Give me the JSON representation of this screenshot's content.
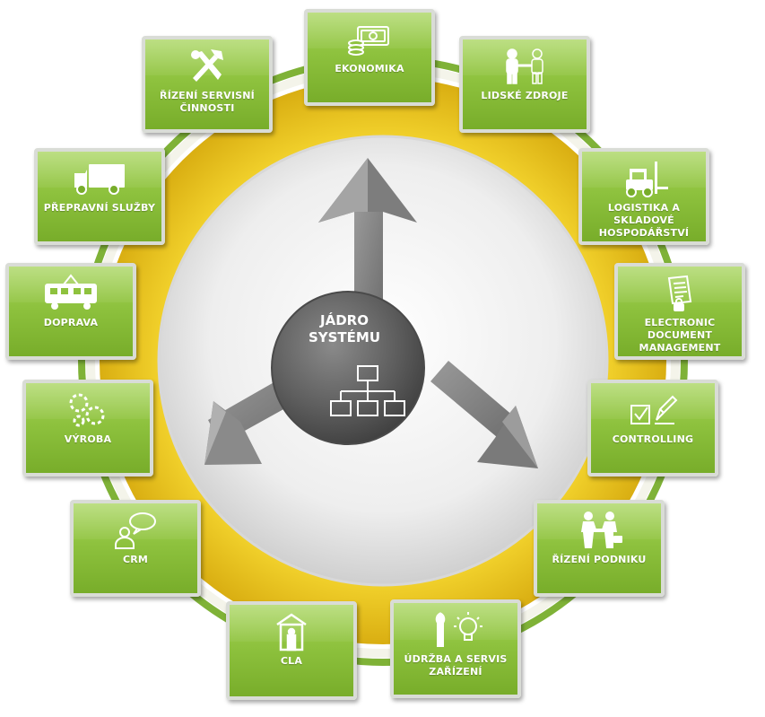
{
  "core": {
    "line1": "JÁDRO",
    "line2": "SYSTÉMU",
    "icon": "org-chart-icon"
  },
  "modules": [
    {
      "id": "ekonomika",
      "line1": "EKONOMIKA",
      "line2": "",
      "icon": "money-icon"
    },
    {
      "id": "lidske-zdroje",
      "line1": "LIDSKÉ ZDROJE",
      "line2": "",
      "icon": "handshake-people-icon"
    },
    {
      "id": "logistika",
      "line1": "LOGISTIKA A SKLADOVÉ",
      "line2": "HOSPODÁŘSTVÍ",
      "icon": "forklift-icon"
    },
    {
      "id": "edm",
      "line1": "ELECTRONIC DOCUMENT",
      "line2": "MANAGEMENT",
      "icon": "document-icon"
    },
    {
      "id": "controlling",
      "line1": "CONTROLLING",
      "line2": "",
      "icon": "checkbox-pen-icon"
    },
    {
      "id": "rizeni-podniku",
      "line1": "ŘÍZENÍ PODNIKU",
      "line2": "",
      "icon": "business-handshake-icon"
    },
    {
      "id": "udrzba",
      "line1": "ÚDRŽBA A SERVIS",
      "line2": "ZAŘÍZENÍ",
      "icon": "wrench-bulb-icon"
    },
    {
      "id": "cla",
      "line1": "CLA",
      "line2": "",
      "icon": "customs-booth-icon"
    },
    {
      "id": "crm",
      "line1": "CRM",
      "line2": "",
      "icon": "chat-person-icon"
    },
    {
      "id": "vyroba",
      "line1": "VÝROBA",
      "line2": "",
      "icon": "gears-icon"
    },
    {
      "id": "doprava",
      "line1": "DOPRAVA",
      "line2": "",
      "icon": "tram-icon"
    },
    {
      "id": "prepravni-sluzby",
      "line1": "PŘEPRAVNÍ SLUŽBY",
      "line2": "",
      "icon": "truck-icon"
    },
    {
      "id": "rizeni-servisni",
      "line1": "ŘÍZENÍ SERVISNÍ",
      "line2": "ČINNOSTI",
      "icon": "tools-icon"
    }
  ],
  "colors": {
    "tile_green": "#8ec23e",
    "ring_yellow": "#e9c21f",
    "ring_green": "#7fb237",
    "core_gray": "#5a5a5a"
  }
}
